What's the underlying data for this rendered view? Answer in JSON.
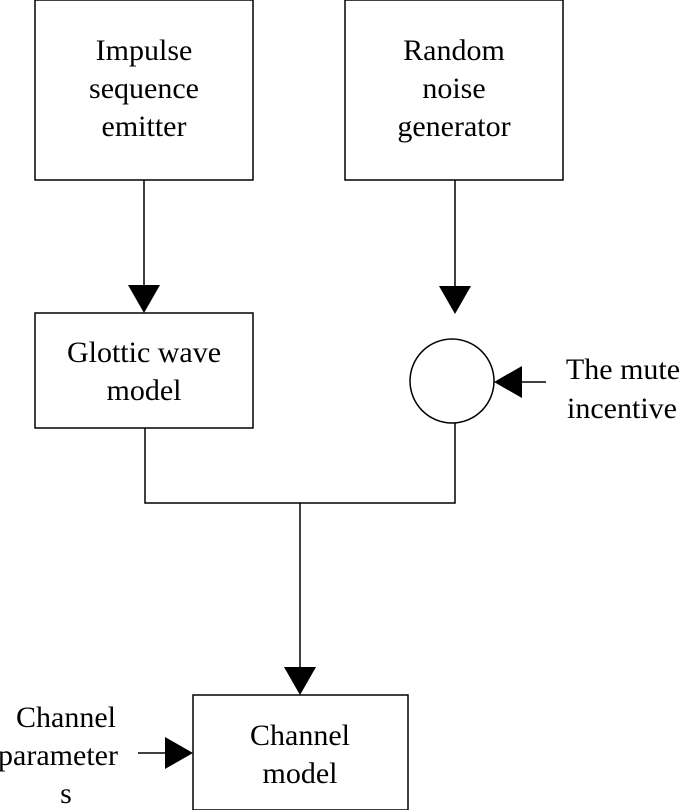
{
  "diagram": {
    "nodes": {
      "impulse_emitter": {
        "line1": "Impulse",
        "line2": "sequence",
        "line3": "emitter"
      },
      "noise_generator": {
        "line1": "Random",
        "line2": "noise",
        "line3": "generator"
      },
      "glottic_wave_model": {
        "line1": "Glottic wave",
        "line2": "model"
      },
      "channel_model": {
        "line1": "Channel",
        "line2": "model"
      }
    },
    "inputs": {
      "mute_incentive": {
        "line1": "The mute",
        "line2": "incentive"
      },
      "channel_parameters": {
        "line1": "Channel",
        "line2": "parameter",
        "line3": "s"
      }
    }
  }
}
